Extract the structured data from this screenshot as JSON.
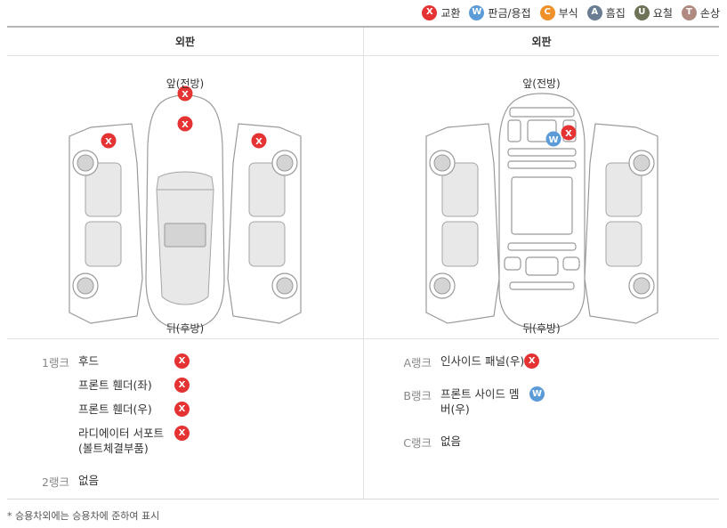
{
  "legend": [
    {
      "code": "X",
      "label": "교환",
      "color": "#e53232"
    },
    {
      "code": "W",
      "label": "판금/용접",
      "color": "#5b9bd8"
    },
    {
      "code": "C",
      "label": "부식",
      "color": "#f0902a"
    },
    {
      "code": "A",
      "label": "흠집",
      "color": "#6a7d92"
    },
    {
      "code": "U",
      "label": "요철",
      "color": "#6e7357"
    },
    {
      "code": "T",
      "label": "손상",
      "color": "#b08a80"
    }
  ],
  "columns": [
    {
      "title": "외판",
      "front_label": "앞(전방)",
      "rear_label": "뒤(후방)",
      "ranks": [
        {
          "label": "1랭크",
          "items": [
            {
              "name": "후드",
              "mark": "X"
            },
            {
              "name": "프론트 휀더(좌)",
              "mark": "X"
            },
            {
              "name": "프론트 휀더(우)",
              "mark": "X"
            },
            {
              "name": "라디에이터 서포트(볼트체결부품)",
              "mark": "X"
            }
          ]
        },
        {
          "label": "2랭크",
          "none_text": "없음"
        }
      ]
    },
    {
      "title": "외판",
      "front_label": "앞(전방)",
      "rear_label": "뒤(후방)",
      "ranks": [
        {
          "label": "A랭크",
          "items": [
            {
              "name": "인사이드 패널(우)",
              "mark": "X"
            }
          ]
        },
        {
          "label": "B랭크",
          "items": [
            {
              "name": "프론트 사이드 멤버(우)",
              "mark": "W"
            }
          ]
        },
        {
          "label": "C랭크",
          "none_text": "없음"
        }
      ]
    }
  ],
  "footnote": "* 승용차외에는 승용차에 준하여 표시"
}
